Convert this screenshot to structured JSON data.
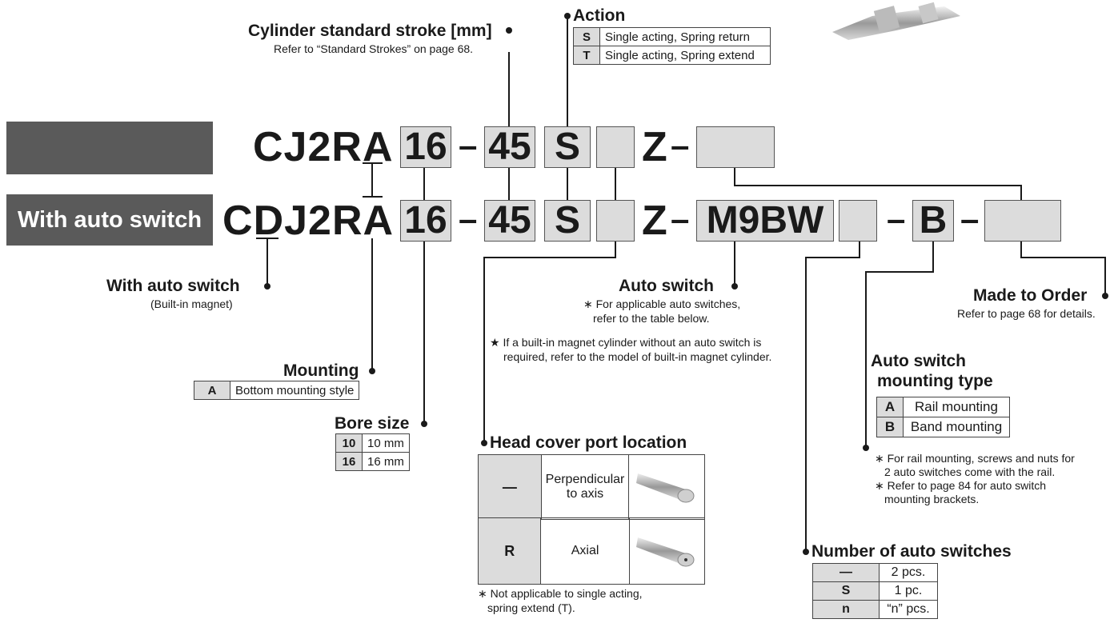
{
  "header": {
    "std_code": "CJ2RA",
    "sw_code_c": "C",
    "sw_code_d": "D",
    "sw_code_rest": "J2RA",
    "with_auto_switch_band": "With auto switch",
    "bore_value": "16",
    "stroke_value": "45",
    "action_value": "S",
    "z_letter": "Z",
    "auto_switch_value": "M9BW",
    "mounting_type_value": "B",
    "hyphen": "–"
  },
  "action": {
    "title": "Action",
    "rows": [
      {
        "code": "S",
        "desc": "Single acting, Spring return"
      },
      {
        "code": "T",
        "desc": "Single acting, Spring extend"
      }
    ]
  },
  "stroke": {
    "title": "Cylinder standard stroke [mm]",
    "note": "Refer to “Standard Strokes” on page 68."
  },
  "with_auto_switch": {
    "title": "With auto switch",
    "note": "(Built-in magnet)"
  },
  "mounting": {
    "title": "Mounting",
    "rows": [
      {
        "code": "A",
        "desc": "Bottom mounting style"
      }
    ]
  },
  "bore": {
    "title": "Bore size",
    "rows": [
      {
        "code": "10",
        "desc": "10 mm"
      },
      {
        "code": "16",
        "desc": "16 mm"
      }
    ]
  },
  "head_cover": {
    "title": "Head cover port location",
    "rows": [
      {
        "code": "—",
        "desc": "Perpendicular to axis"
      },
      {
        "code": "R",
        "desc": "Axial"
      }
    ],
    "note_line1": "∗ Not applicable to single acting,",
    "note_line2": "spring extend (T)."
  },
  "auto_switch": {
    "title": "Auto switch",
    "note_line1": "∗ For applicable auto switches,",
    "note_line2": "refer to the table below.",
    "star_line1": "★ If a built-in magnet cylinder without an auto switch is",
    "star_line2": "required, refer to the model of built-in magnet cylinder."
  },
  "made_to_order": {
    "title": "Made to Order",
    "note": "Refer to page 68 for details."
  },
  "mounting_type": {
    "title_line1": "Auto switch",
    "title_line2": "mounting type",
    "rows": [
      {
        "code": "A",
        "desc": "Rail mounting"
      },
      {
        "code": "B",
        "desc": "Band mounting"
      }
    ],
    "note1_line1": "∗ For rail mounting, screws and nuts for",
    "note1_line2": "2 auto switches come with the rail.",
    "note2_line1": "∗ Refer to page 84 for auto switch",
    "note2_line2": "mounting brackets."
  },
  "num_switches": {
    "title": "Number of auto switches",
    "rows": [
      {
        "code": "—",
        "desc": "2 pcs."
      },
      {
        "code": "S",
        "desc": "1 pc."
      },
      {
        "code": "n",
        "desc": "“n” pcs."
      }
    ]
  },
  "colors": {
    "band": "#5a5a5a",
    "box_fill": "#dcdcdc",
    "line": "#1a1a1a"
  }
}
